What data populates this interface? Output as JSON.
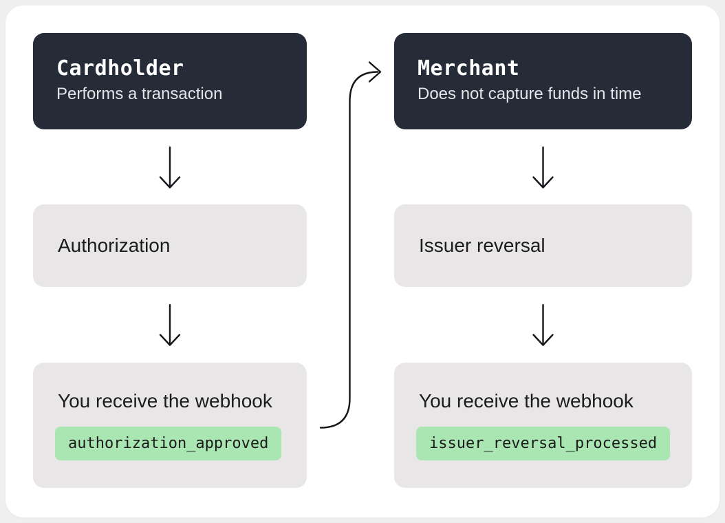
{
  "colors": {
    "page-bg": "#f0eff0",
    "card-bg": "#ffffff",
    "actor-bg": "#252b37",
    "actor-title": "#ffffff",
    "actor-subtitle": "#e3e5e9",
    "step-bg": "#e8e6e7",
    "step-text": "#1c1c1c",
    "badge-bg": "#a9e6b2",
    "badge-text": "#1b1b1b",
    "arrow": "#14161a"
  },
  "diagram": {
    "columns": [
      {
        "actor": {
          "title": "Cardholder",
          "subtitle": "Performs a transaction"
        },
        "step_label": "Authorization",
        "webhook": {
          "label": "You receive the webhook",
          "event_name": "authorization_approved"
        }
      },
      {
        "actor": {
          "title": "Merchant",
          "subtitle": "Does not capture funds in time"
        },
        "step_label": "Issuer reversal",
        "webhook": {
          "label": "You receive the webhook",
          "event_name": "issuer_reversal_processed"
        }
      }
    ]
  }
}
